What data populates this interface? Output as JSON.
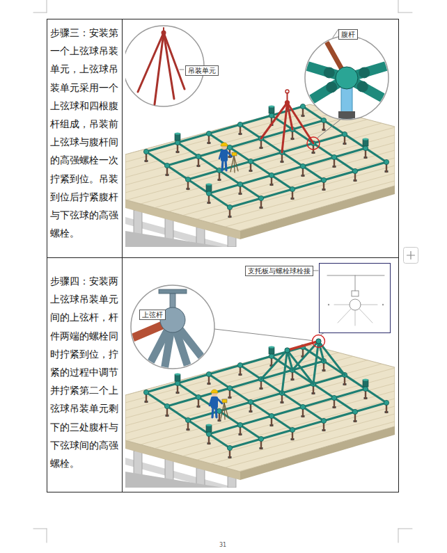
{
  "diagram": {
    "nodes": [
      {
        "text": [
          "步骤三：安装第一个上弦球吊装单元，上弦球吊装单元采用一个上弦球和四根腹杆组成，吊装前上弦球与腹杆间的高强螺栓一次拧紧到位。吊装到位后拧紧腹杆与下弦球的高强螺栓。"
        ]
      },
      {
        "text": [
          "步骤四：安装两上弦球吊装单元间的上弦杆，杆件两端的螺栓同时拧紧到位，拧紧的过程中调节并拧紧第二个上弦球吊装单元剩下的三处腹杆与下弦球间的高强螺栓。"
        ]
      }
    ],
    "labels": [
      "吊装单元",
      "腹杆",
      "上弦杆",
      "支托板与螺栓球栓接",
      "31"
    ]
  }
}
